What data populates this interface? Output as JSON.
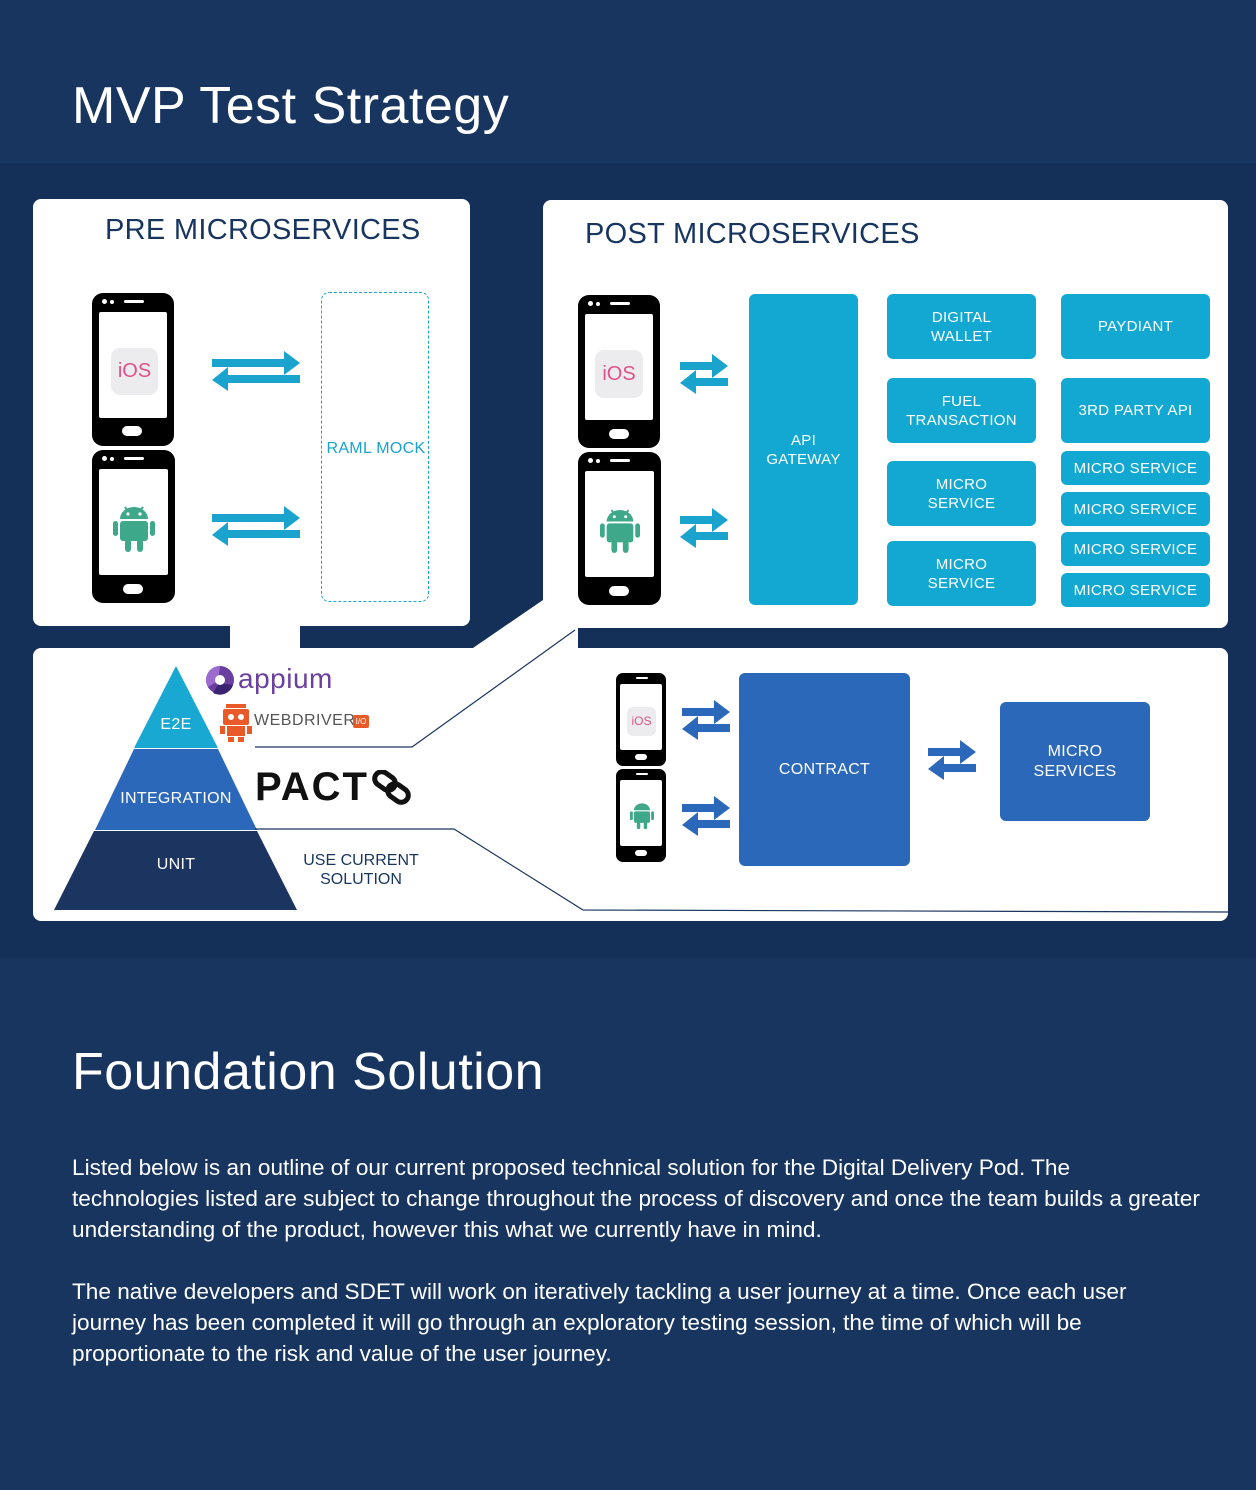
{
  "page": {
    "title": "MVP Test Strategy",
    "colors": {
      "background": "#17355f",
      "diagram_band": "#142f58",
      "cyan": "#12a8d2",
      "blue": "#2c68b9",
      "navy": "#1c3560"
    }
  },
  "pre": {
    "title": "PRE MICROSERVICES",
    "mock_label": "RAML MOCK",
    "ios_label": "iOS"
  },
  "post": {
    "title": "POST MICROSERVICES",
    "ios_label": "iOS",
    "gateway": "API\nGATEWAY",
    "services_col1": [
      "DIGITAL\nWALLET",
      "FUEL\nTRANSACTION",
      "MICRO\nSERVICE",
      "MICRO\nSERVICE"
    ],
    "services_col2": [
      "PAYDIANT",
      "3RD PARTY API",
      "MICRO SERVICE",
      "MICRO SERVICE",
      "MICRO SERVICE",
      "MICRO SERVICE"
    ]
  },
  "pyramid": {
    "levels": [
      "E2E",
      "INTEGRATION",
      "UNIT"
    ],
    "tools": {
      "appium": "appium",
      "webdriver": "WEBDRIVER",
      "webdriver_badge": "I/O",
      "pact": "PACT"
    },
    "unit_note": "USE CURRENT\nSOLUTION"
  },
  "contract": {
    "ios_label": "iOS",
    "contract_label": "CONTRACT",
    "services_label": "MICRO\nSERVICES"
  },
  "foundation": {
    "title": "Foundation Solution",
    "paragraphs": [
      "Listed below is an outline of our current proposed technical solution for the Digital Delivery Pod. The technologies listed are subject to change throughout the process of discovery and once the team builds a greater understanding of the product, however this what we currently have in mind.",
      "The native developers and SDET will work on iteratively tackling a user journey at a time. Once each user journey has been completed it will go through an exploratory testing session, the time of which will be proportionate to the risk and value of the user journey."
    ]
  }
}
